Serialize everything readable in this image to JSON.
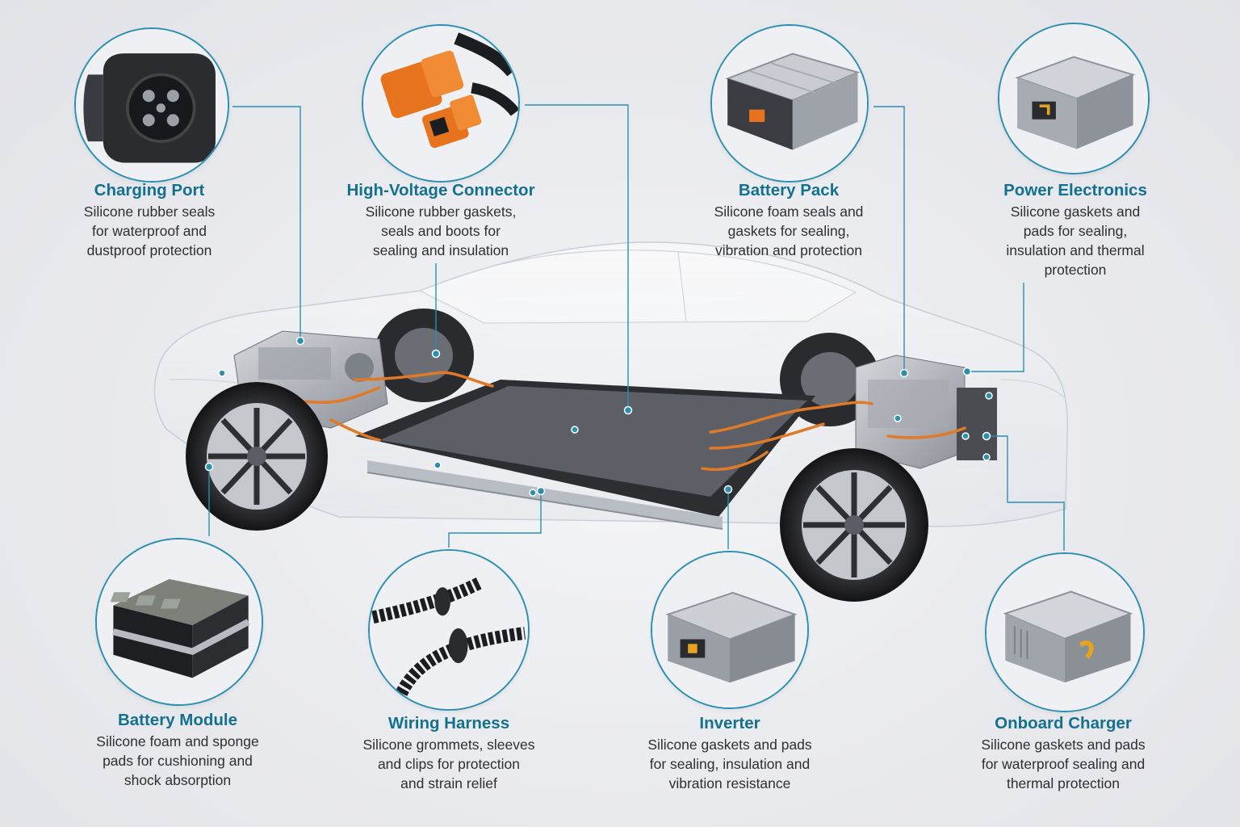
{
  "accent_color": "#2b8fb0",
  "title_color": "#14708f",
  "components": [
    {
      "key": "charging-port",
      "title": "Charging Port",
      "icon": "charging-socket-icon",
      "lines": [
        "Silicone rubber seals",
        "for waterproof and",
        "dustproof protection"
      ]
    },
    {
      "key": "high-voltage-connector",
      "title": "High-Voltage Connector",
      "icon": "orange-connector-icon",
      "lines": [
        "Silicone rubber gaskets,",
        "seals and boots for",
        "sealing and insulation"
      ]
    },
    {
      "key": "battery-pack",
      "title": "Battery Pack",
      "icon": "battery-pack-icon",
      "lines": [
        "Silicone foam seals and",
        "gaskets for sealing,",
        "vibration and protection"
      ]
    },
    {
      "key": "power-electronics",
      "title": "Power Electronics",
      "icon": "power-electronics-box-icon",
      "lines": [
        "Silicone gaskets and",
        "pads for sealing,",
        "insulation and thermal",
        "protection"
      ]
    },
    {
      "key": "battery-module",
      "title": "Battery Module",
      "icon": "battery-module-icon",
      "lines": [
        "Silicone foam and sponge",
        "pads for cushioning and",
        "shock absorption"
      ]
    },
    {
      "key": "wiring-harness",
      "title": "Wiring Harness",
      "icon": "wiring-harness-icon",
      "lines": [
        "Silicone grommets, sleeves",
        "and clips for protection",
        "and strain relief"
      ]
    },
    {
      "key": "inverter",
      "title": "Inverter",
      "icon": "inverter-box-icon",
      "lines": [
        "Silicone gaskets and pads",
        "for sealing, insulation and",
        "vibration resistance"
      ]
    },
    {
      "key": "onboard-charger",
      "title": "Onboard Charger",
      "icon": "onboard-charger-box-icon",
      "lines": [
        "Silicone gaskets and pads",
        "for waterproof sealing and",
        "thermal protection"
      ]
    }
  ]
}
